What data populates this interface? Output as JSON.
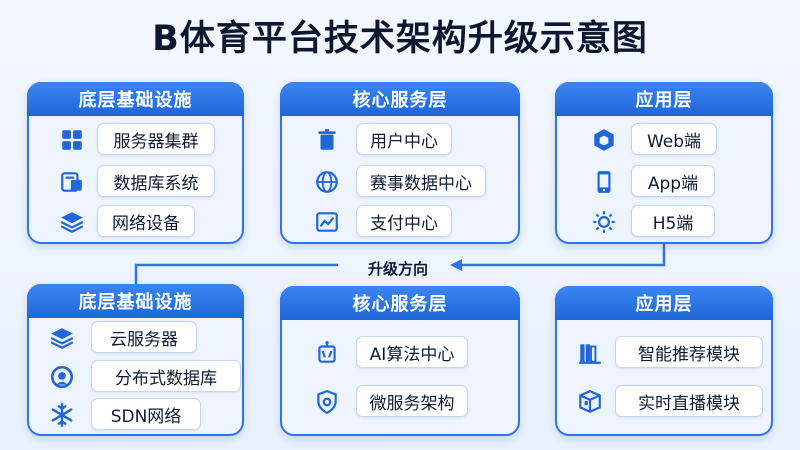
{
  "title": "B体育平台技术架构升级示意图",
  "flow_label": "升级方向",
  "colors": {
    "accent": "#1f66d8",
    "border": "#2f74e0",
    "card_bg": "#eef4fd",
    "icon": "#1f66d8"
  },
  "top_cards": [
    {
      "header": "底层基础设施",
      "items": [
        {
          "label": "服务器集群",
          "icon": "grid-icon"
        },
        {
          "label": "数据库系统",
          "icon": "database-icon"
        },
        {
          "label": "网络设备",
          "icon": "layers-icon"
        }
      ]
    },
    {
      "header": "核心服务层",
      "items": [
        {
          "label": "用户中心",
          "icon": "trash-icon"
        },
        {
          "label": "赛事数据中心",
          "icon": "globe-icon"
        },
        {
          "label": "支付中心",
          "icon": "chart-line-icon"
        }
      ]
    },
    {
      "header": "应用层",
      "items": [
        {
          "label": "Web端",
          "icon": "cube-icon"
        },
        {
          "label": "App端",
          "icon": "mobile-icon"
        },
        {
          "label": "H5端",
          "icon": "sun-icon"
        }
      ]
    }
  ],
  "bottom_cards": [
    {
      "header": "底层基础设施",
      "items": [
        {
          "label": "云服务器",
          "icon": "layers-icon"
        },
        {
          "label": "分布式数据库",
          "icon": "cloud-sync-icon"
        },
        {
          "label": "SDN网络",
          "icon": "snowflake-icon"
        }
      ]
    },
    {
      "header": "核心服务层",
      "items": [
        {
          "label": "AI算法中心",
          "icon": "ai-chip-icon"
        },
        {
          "label": "微服务架构",
          "icon": "shield-icon"
        }
      ]
    },
    {
      "header": "应用层",
      "items": [
        {
          "label": "智能推荐模块",
          "icon": "books-icon"
        },
        {
          "label": "实时直播模块",
          "icon": "box-icon"
        }
      ]
    }
  ]
}
